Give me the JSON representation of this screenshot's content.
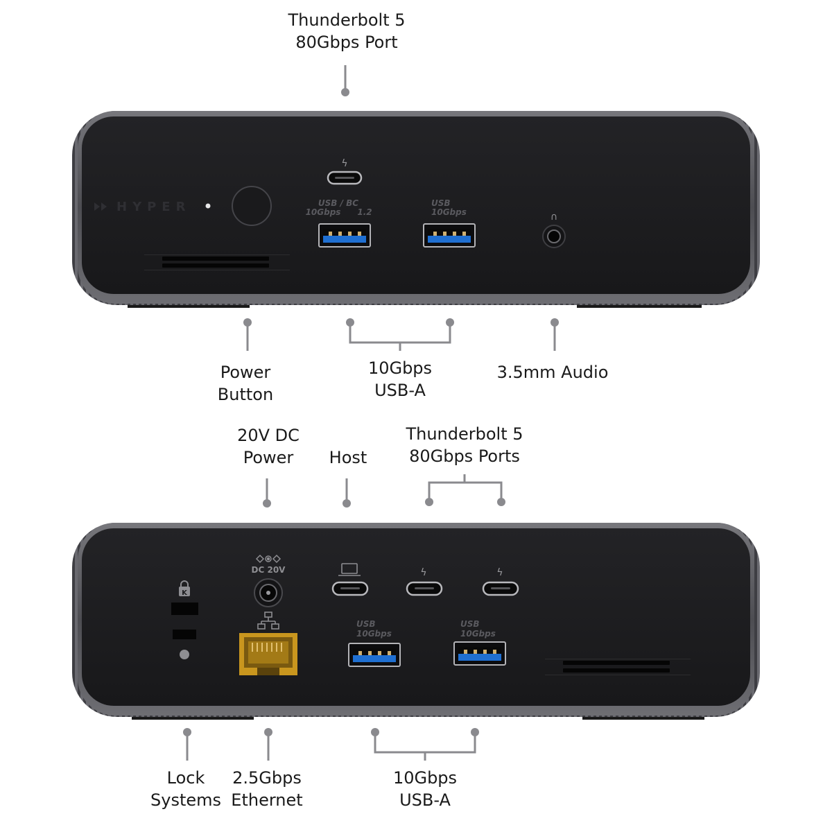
{
  "front_view": {
    "brand_text": "HYPER",
    "callouts": {
      "thunderbolt_port": [
        "Thunderbolt 5",
        "80Gbps Port"
      ],
      "power_button": [
        "Power",
        "Button"
      ],
      "usb_a": [
        "10Gbps",
        "USB-A"
      ],
      "audio": [
        "3.5mm Audio"
      ]
    },
    "port_markings": {
      "usb_bc_line1": "USB / BC",
      "usb_bc_left": "10Gbps",
      "usb_bc_right": "1.2",
      "usb2_line1": "USB",
      "usb2_line2": "10Gbps"
    }
  },
  "rear_view": {
    "callouts": {
      "dc_power": [
        "20V DC",
        "Power"
      ],
      "host": [
        "Host"
      ],
      "thunderbolt_ports": [
        "Thunderbolt 5",
        "80Gbps Ports"
      ],
      "lock": [
        "Lock",
        "Systems"
      ],
      "ethernet": [
        "2.5Gbps",
        "Ethernet"
      ],
      "usb_a": [
        "10Gbps",
        "USB-A"
      ]
    },
    "port_markings": {
      "dc_label": "DC 20V",
      "usb1_line1": "USB",
      "usb1_line2": "10Gbps",
      "usb2_line1": "USB",
      "usb2_line2": "10Gbps",
      "lock_k": "K"
    }
  },
  "colors": {
    "body": "#1c1c1e",
    "frame": "#5b5b60",
    "leader": "#8a8a8e",
    "usb_blue": "#1f6fd1",
    "ethernet_gold": "#c9961e"
  }
}
